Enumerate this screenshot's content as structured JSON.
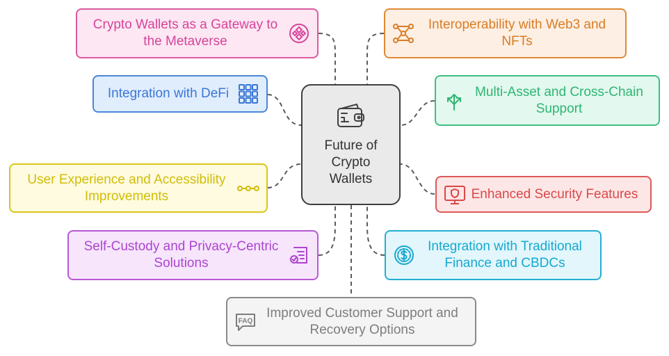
{
  "diagram": {
    "center": {
      "label": "Future of Crypto Wallets",
      "icon": "wallet-icon"
    },
    "branches": [
      {
        "id": "metaverse",
        "label": "Crypto Wallets as a Gateway to the Metaverse",
        "icon": "diamond-grid-icon",
        "color": "#db5a9e"
      },
      {
        "id": "web3",
        "label": "Interoperability with Web3 and NFTs",
        "icon": "network-nodes-icon",
        "color": "#de8a35"
      },
      {
        "id": "defi",
        "label": "Integration with DeFi",
        "icon": "blockchain-grid-icon",
        "color": "#4a86d8"
      },
      {
        "id": "multiasset",
        "label": "Multi-Asset and Cross-Chain Support",
        "icon": "split-arrows-icon",
        "color": "#3fbf82"
      },
      {
        "id": "ux",
        "label": "User Experience and Accessibility Improvements",
        "icon": "dots-connector-icon",
        "color": "#d9c51a"
      },
      {
        "id": "security",
        "label": "Enhanced Security Features",
        "icon": "secure-monitor-icon",
        "color": "#dc5959"
      },
      {
        "id": "custody",
        "label": "Self-Custody and Privacy-Centric Solutions",
        "icon": "checked-document-icon",
        "color": "#b659d6"
      },
      {
        "id": "tradfi",
        "label": "Integration with Traditional Finance and CBDCs",
        "icon": "dollar-coin-icon",
        "color": "#23aed3"
      },
      {
        "id": "support",
        "label": "Improved Customer Support and Recovery Options",
        "icon": "faq-bubble-icon",
        "color": "#8a8a8a"
      }
    ]
  }
}
